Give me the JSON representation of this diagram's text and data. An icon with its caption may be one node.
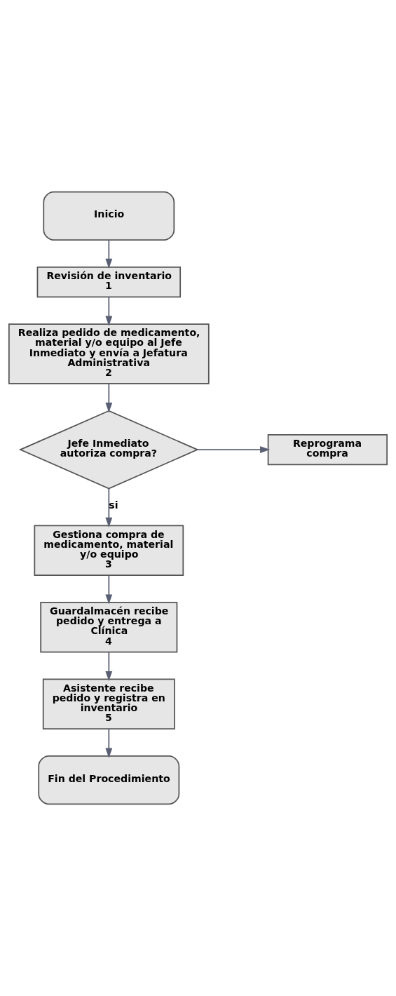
{
  "diagram": {
    "nodes": [
      {
        "text": [
          "Inicio"
        ]
      },
      {
        "text": [
          "Revisión de inventario",
          "1"
        ]
      },
      {
        "text": [
          "Realiza pedido de medicamento, material y/o equipo al Jefe Inmediato y envía a Jefatura Administrativa",
          "2"
        ]
      },
      {
        "text": [
          "Jefe Inmediato autoriza compra?"
        ]
      },
      {
        "text": [
          "Reprograma compra"
        ]
      },
      {
        "text": [
          "Gestiona compra de medicamento, material y/o equipo",
          "3"
        ]
      },
      {
        "text": [
          "Guardalmacén recibe pedido y entrega a Clínica",
          "4"
        ]
      },
      {
        "text": [
          "Asistente recibe pedido y registra en inventario",
          "5"
        ]
      },
      {
        "text": [
          "Fin del Procedimiento"
        ]
      }
    ],
    "edges": [
      {
        "from": 0,
        "to": 1,
        "arrow": "to"
      },
      {
        "from": 1,
        "to": 2,
        "arrow": "to"
      },
      {
        "from": 2,
        "to": 3,
        "arrow": "to"
      },
      {
        "from": 3,
        "to": 4,
        "arrow": "to"
      },
      {
        "from": 3,
        "to": 5,
        "label": "si",
        "arrow": "to"
      },
      {
        "from": 5,
        "to": 6,
        "arrow": "to"
      },
      {
        "from": 6,
        "to": 7,
        "arrow": "to"
      },
      {
        "from": 7,
        "to": 8,
        "arrow": "to"
      }
    ]
  }
}
